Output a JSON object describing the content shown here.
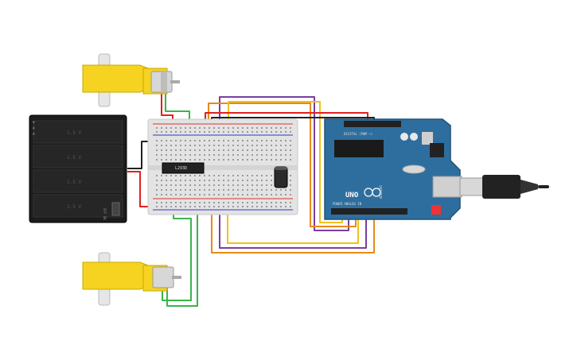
{
  "components": {
    "motor_top": {
      "id": "motor-1"
    },
    "motor_bottom": {
      "id": "motor-2"
    },
    "battery": {
      "labels": [
        "1.5 V",
        "1.5 V",
        "1.5 V",
        "1.5 V"
      ],
      "switch_label": "OFF ON"
    },
    "breadboard": {
      "chip_label": "L293D"
    },
    "arduino": {
      "brand": "ARDUINO",
      "model": "UNO",
      "header_top": "DIGITAL (PWM ~)",
      "header_bottom": "POWER  ANALOG IN"
    }
  },
  "colors": {
    "green": "#3bb54a",
    "red": "#e02020",
    "purple": "#7a3fa0",
    "orange": "#e98a16",
    "yellow": "#f2c01b",
    "black": "#222222",
    "arduino_blue": "#2e6e9e",
    "motor_yellow": "#f5d320",
    "breadboard": "#e3e3e3"
  }
}
